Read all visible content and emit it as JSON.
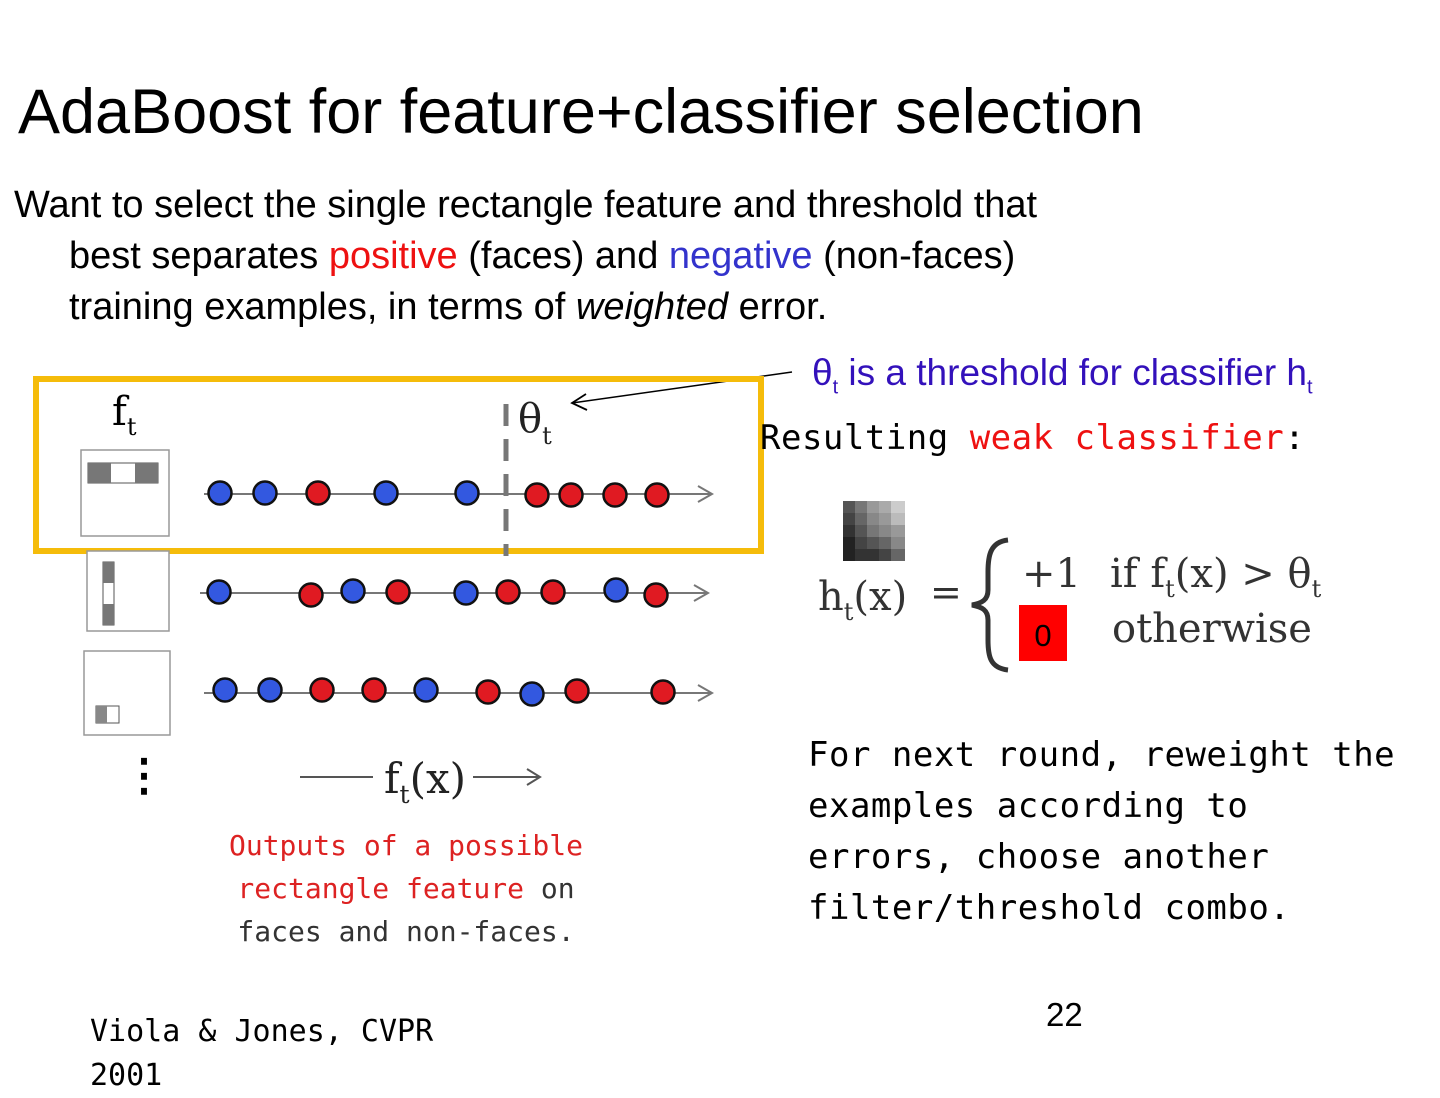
{
  "slide": {
    "title": "AdaBoost for feature+classifier selection",
    "body": {
      "line1": "Want to select the single rectangle feature and threshold that",
      "line2_pre": "best separates ",
      "positive": "positive",
      "line2_mid": " (faces) and ",
      "negative": "negative",
      "line2_post": " (non-faces)",
      "line3_pre": "training examples, in terms of ",
      "weighted": "weighted",
      "line3_post": " error."
    },
    "callout": {
      "theta": "θ",
      "sub_t": "t",
      "text": " is a threshold for classifier h",
      "sub_t2": "t"
    },
    "weak_classifier": {
      "pre": "Resulting ",
      "red": "weak classifier",
      "post": ":"
    },
    "formula": {
      "lhs": "h",
      "lhs_sub": "t",
      "lhs_arg": "(x)",
      "equals": "=",
      "case1_value": "+1",
      "case1_cond_pre": "if  f",
      "case1_cond_sub": "t",
      "case1_cond_post": "(x) > θ",
      "case1_cond_sub2": "t",
      "case2_value": "0",
      "case2_cond": "otherwise"
    },
    "diagram": {
      "ft_label": "f",
      "ft_sub": "t",
      "theta_label": "θ",
      "theta_sub": "t",
      "axis_label": "f",
      "axis_sub": "t",
      "axis_arg": "(x)",
      "ellipsis": "⋮"
    },
    "next_round": "For next round, reweight the\nexamples according to\nerrors, choose another\nfilter/threshold combo.",
    "caption": {
      "red": "Outputs of a possible rectangle feature",
      "black": " on faces and non-faces."
    },
    "citation": "Viola & Jones, CVPR\n2001",
    "page_number": "22",
    "colors": {
      "highlight_box": "#f5bc0a",
      "positive_dot": "#e01a22",
      "negative_dot": "#3358e0",
      "accent_red": "#ee1111",
      "accent_blue": "#3333cc"
    }
  }
}
